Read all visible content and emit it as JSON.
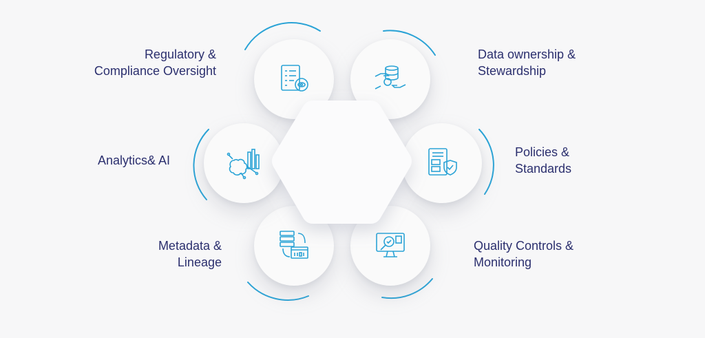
{
  "accent_color": "#2aa3d6",
  "text_color": "#2b2f6e",
  "nodes": [
    {
      "id": "regulatory",
      "icon": "document-eye-icon",
      "lines": [
        "Regulatory &",
        "Compliance Oversight"
      ]
    },
    {
      "id": "ownership",
      "icon": "hands-database-icon",
      "lines": [
        "Data ownership &",
        "Stewardship"
      ]
    },
    {
      "id": "policies",
      "icon": "document-shield-icon",
      "lines": [
        "Policies &",
        "Standards"
      ]
    },
    {
      "id": "quality",
      "icon": "monitor-check-icon",
      "lines": [
        "Quality Controls &",
        "Monitoring"
      ]
    },
    {
      "id": "metadata",
      "icon": "database-binary-icon",
      "lines": [
        "Metadata &",
        "Lineage"
      ]
    },
    {
      "id": "analytics",
      "icon": "brain-chart-icon",
      "lines": [
        "Analytics& AI"
      ]
    }
  ]
}
